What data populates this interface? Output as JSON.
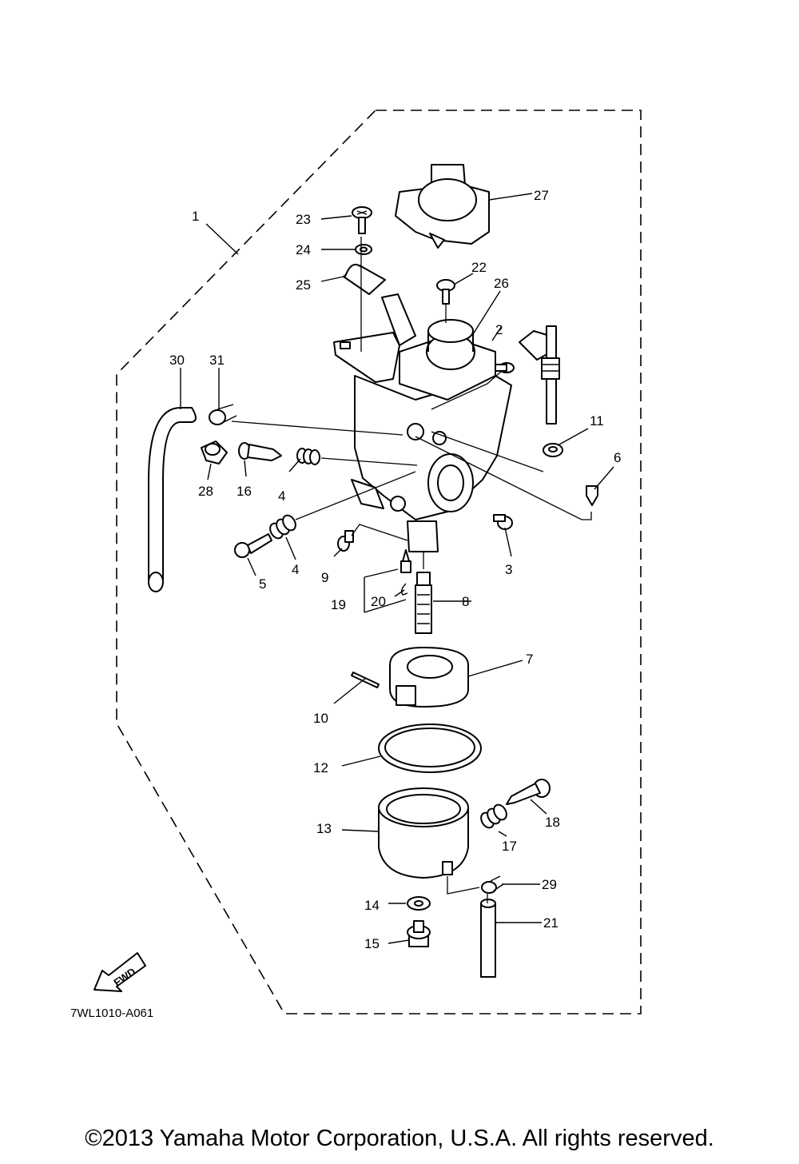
{
  "diagram": {
    "drawing_code": "7WL1010-A061",
    "fwd_label": "FWD",
    "copyright": "©2013 Yamaha Motor Corporation, U.S.A. All rights reserved.",
    "callouts": [
      "1",
      "2",
      "3",
      "4",
      "4",
      "5",
      "6",
      "7",
      "8",
      "9",
      "10",
      "11",
      "12",
      "13",
      "14",
      "15",
      "16",
      "17",
      "18",
      "19",
      "20",
      "21",
      "22",
      "23",
      "24",
      "25",
      "26",
      "27",
      "28",
      "29",
      "30",
      "31"
    ]
  }
}
